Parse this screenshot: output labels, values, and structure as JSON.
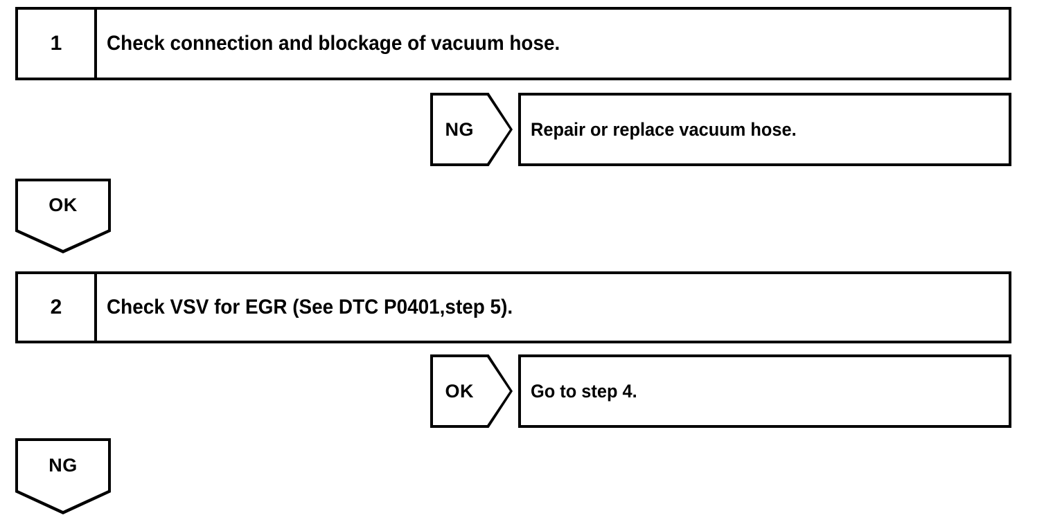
{
  "diagram": {
    "type": "troubleshooting-flowchart",
    "ink_color": "#000000",
    "background_color": "#ffffff",
    "steps": [
      {
        "number": "1",
        "instruction": "Check connection and blockage of vacuum hose.",
        "branch": {
          "judgement": "NG",
          "action": "Repair or replace vacuum hose."
        },
        "pass_flag": "OK"
      },
      {
        "number": "2",
        "instruction_main": "Check VSV for EGR ",
        "instruction_note": "(See DTC P0401,step 5).",
        "instruction_full": "Check VSV for EGR (See DTC P0401,step 5).",
        "branch": {
          "judgement": "OK",
          "action": "Go to step 4."
        },
        "fail_flag": "NG"
      }
    ]
  }
}
